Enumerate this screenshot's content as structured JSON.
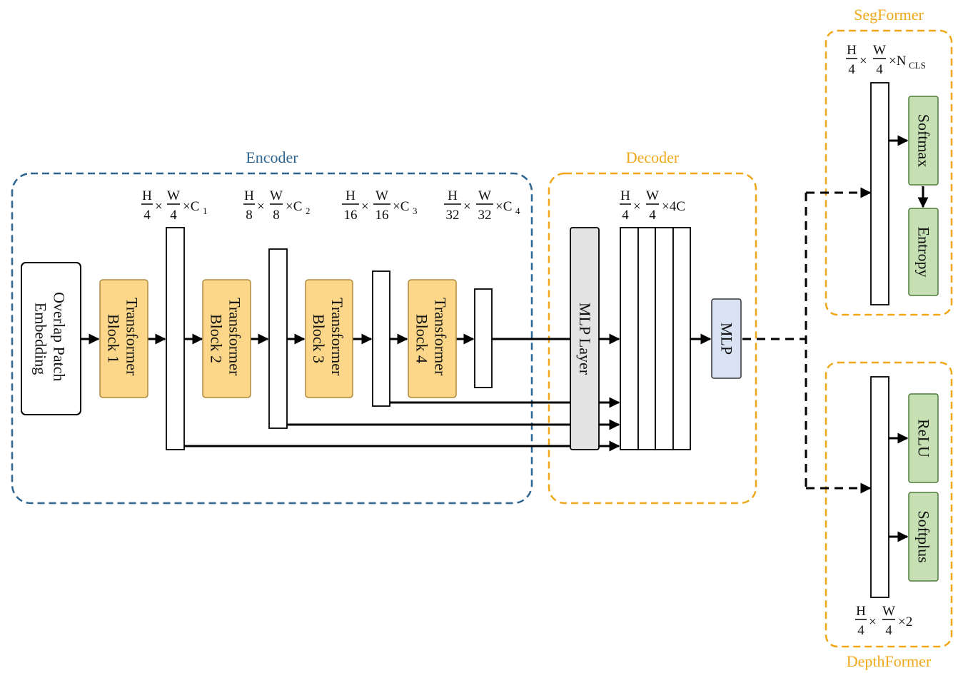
{
  "groups": {
    "encoder": "Encoder",
    "decoder": "Decoder",
    "segformer": "SegFormer",
    "depthformer": "DepthFormer"
  },
  "colors": {
    "encoder_border": "#2e6590",
    "decoder_border": "#f0a81a",
    "block_fill": "#fcd78a",
    "block_stroke": "#b08a3a",
    "mlp_layer_fill": "#e3e3e3",
    "mlp_fill": "#d9e2f2",
    "head_fill": "#c6e0b4",
    "head_stroke": "#4f7a3a"
  },
  "blocks": {
    "patch_embed": [
      "Overlap Patch",
      "Embedding"
    ],
    "block1": [
      "Transformer",
      "Block 1"
    ],
    "block2": [
      "Transformer",
      "Block 2"
    ],
    "block3": [
      "Transformer",
      "Block 3"
    ],
    "block4": [
      "Transformer",
      "Block 4"
    ],
    "mlp_layer": "MLP Layer",
    "mlp": "MLP",
    "softmax": "Softmax",
    "entropy": "Entropy",
    "relu": "ReLU",
    "softplus": "Softplus"
  },
  "dims": {
    "d1": {
      "h": "H",
      "hd": "4",
      "w": "W",
      "wd": "4",
      "c": "C",
      "sub": "1"
    },
    "d2": {
      "h": "H",
      "hd": "8",
      "w": "W",
      "wd": "8",
      "c": "C",
      "sub": "2"
    },
    "d3": {
      "h": "H",
      "hd": "16",
      "w": "W",
      "wd": "16",
      "c": "C",
      "sub": "3"
    },
    "d4": {
      "h": "H",
      "hd": "32",
      "w": "W",
      "wd": "32",
      "c": "C",
      "sub": "4"
    },
    "dec": {
      "h": "H",
      "hd": "4",
      "w": "W",
      "wd": "4",
      "c": "4C",
      "sub": ""
    },
    "seg": {
      "h": "H",
      "hd": "4",
      "w": "W",
      "wd": "4",
      "c": "N",
      "sub": "CLS"
    },
    "depth": {
      "h": "H",
      "hd": "4",
      "w": "W",
      "wd": "4",
      "c": "2",
      "sub": ""
    }
  },
  "times": "×"
}
